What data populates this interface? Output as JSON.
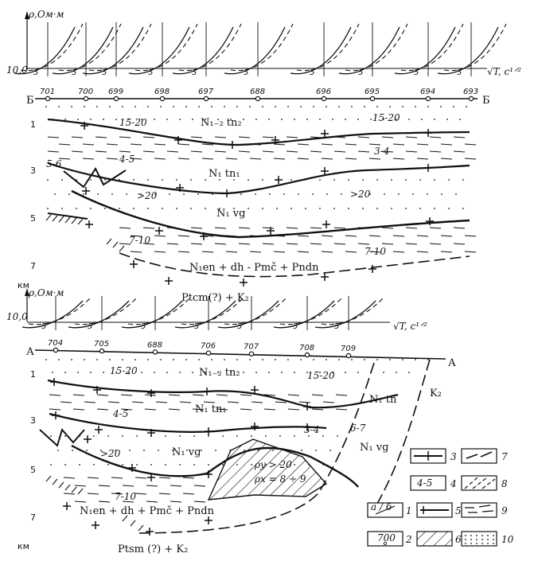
{
  "sounding_axes": {
    "y_label": "ρ,Ом·м",
    "y_tick": "10,0",
    "x_label": "√T, с¹ᐟ²",
    "curve_tick": "5"
  },
  "profile_B": {
    "left_letter": "Б",
    "right_letter": "Б",
    "stations": [
      "701",
      "700",
      "699",
      "698",
      "697",
      "688",
      "696",
      "695",
      "694",
      "693"
    ],
    "depth_ticks": [
      "1",
      "3",
      "5",
      "7"
    ],
    "depth_unit": "км",
    "resistivity_labels": [
      "15-20",
      "15-20",
      "3-4",
      "4-5",
      "5-6",
      ">20",
      ">20",
      "7-10",
      "7-10"
    ],
    "formations": [
      "N₁₋₂ tn₂",
      "N₁ tn₁",
      "N₁ vg",
      "N₁en + dh - Pmč + Pndn",
      "Ptcm(?) + K₂"
    ]
  },
  "profile_A": {
    "left_letter": "А",
    "right_letter": "А",
    "stations": [
      "704",
      "705",
      "688",
      "706",
      "707",
      "708",
      "709"
    ],
    "depth_ticks": [
      "1",
      "3",
      "5",
      "7"
    ],
    "depth_unit": "км",
    "resistivity_labels": [
      "15-20",
      "15-20",
      "4-5",
      "3-4",
      "6-7",
      ">20",
      "7-10"
    ],
    "formations": [
      "N₁₋₂ tn₂",
      "N₁ tn₁",
      "N₁ tn",
      "K₂",
      "N₁ vg",
      "N₁ vg",
      "N₁en + dh + Pmč + Pndn",
      "Ptsm (?) + K₂"
    ],
    "anomaly_labels": [
      "ρy > 20",
      "ρx = 8 ÷ 9"
    ]
  },
  "legend": [
    {
      "id": "1",
      "sample": "а / б"
    },
    {
      "id": "2",
      "sample": "700"
    },
    {
      "id": "3",
      "sample": ""
    },
    {
      "id": "4",
      "sample": "4-5"
    },
    {
      "id": "5",
      "sample": ""
    },
    {
      "id": "6",
      "sample": ""
    },
    {
      "id": "7",
      "sample": ""
    },
    {
      "id": "8",
      "sample": ""
    },
    {
      "id": "9",
      "sample": ""
    },
    {
      "id": "10",
      "sample": ""
    }
  ]
}
